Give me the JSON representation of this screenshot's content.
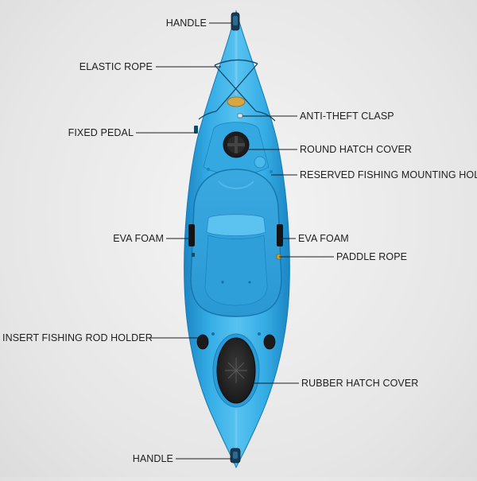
{
  "labels": {
    "handle_top": "HANDLE",
    "elastic_rope": "ELASTIC ROPE",
    "fixed_pedal": "FIXED PEDAL",
    "eva_foam_left": "EVA FOAM",
    "insert_rod_holder": "INSERT FISHING ROD HOLDER",
    "handle_bottom": "HANDLE",
    "anti_theft_clasp": "ANTI-THEFT CLASP",
    "round_hatch_cover": "ROUND HATCH COVER",
    "reserved_mounting_hole": "RESERVED FISHING MOUNTING HOLE",
    "eva_foam_right": "EVA FOAM",
    "paddle_rope": "PADDLE ROPE",
    "rubber_hatch_cover": "RUBBER HATCH COVER"
  },
  "colors": {
    "hull": "#2ea3df",
    "hull_light": "#5cc0ef",
    "hull_dark": "#1a7fb9",
    "hatch": "#2b2b2b",
    "background": "#e8e8e8",
    "text": "#1e1e1e"
  }
}
